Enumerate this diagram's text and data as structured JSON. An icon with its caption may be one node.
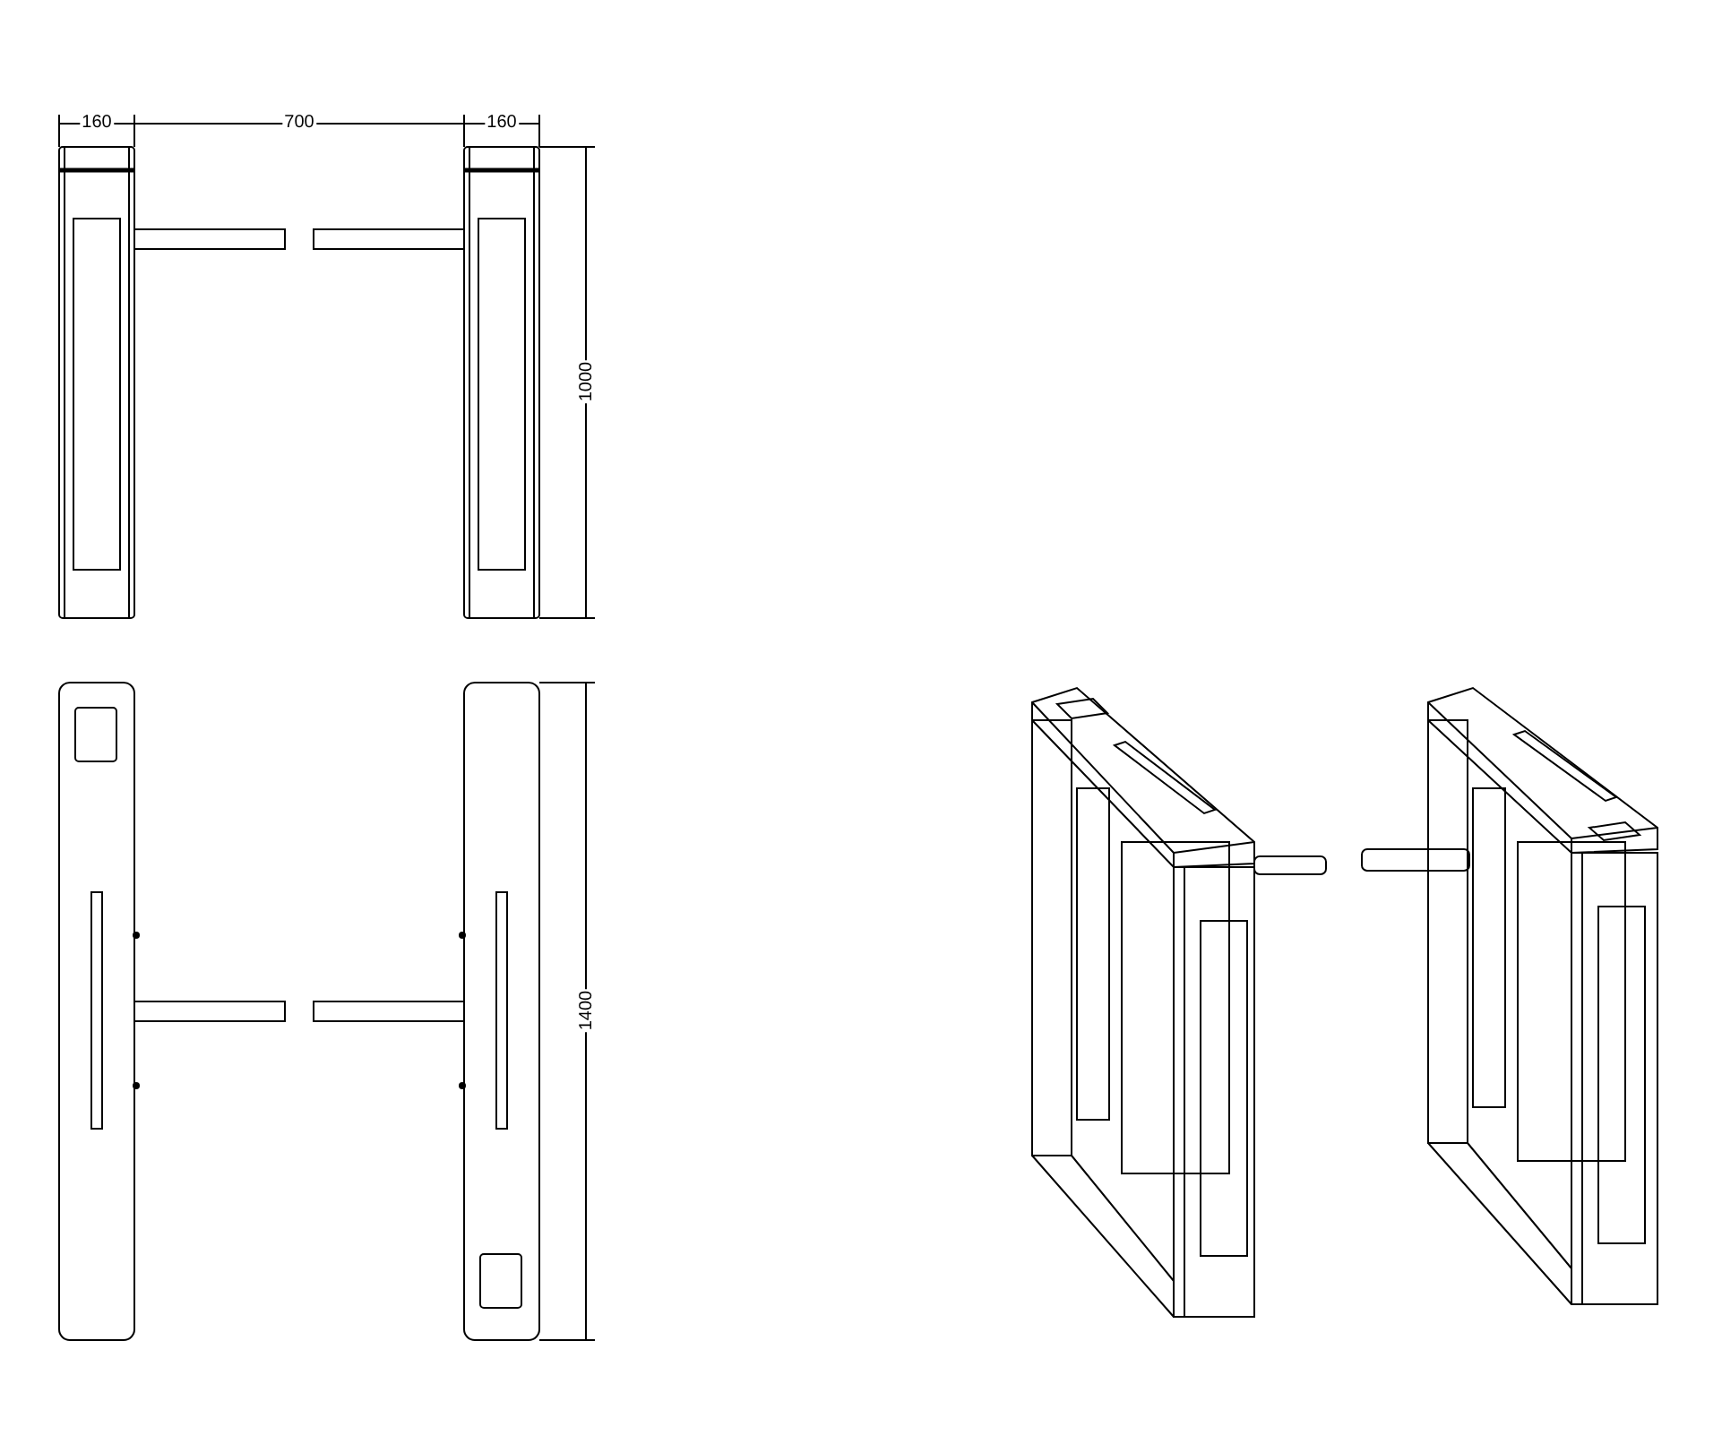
{
  "diagram": {
    "labels": [
      "160",
      "700",
      "160",
      "1000",
      "1400"
    ]
  }
}
